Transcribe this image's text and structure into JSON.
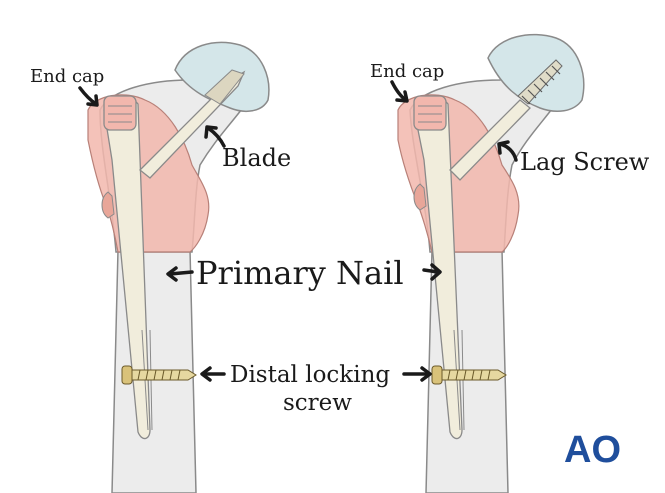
{
  "labels": {
    "end_cap_left": "End cap",
    "end_cap_right": "End cap",
    "blade": "Blade",
    "lag_screw": "Lag Screw",
    "primary_nail": "Primary Nail",
    "distal_locking_line1": "Distal locking",
    "distal_locking_line2": "screw"
  },
  "logo": {
    "text": "AO",
    "color": "#1f4e9c"
  },
  "colors": {
    "bone": "#ececec",
    "bone_outline": "#8a8a8a",
    "femoral_head": "#d4e6e9",
    "trochanter_region": "#f2b7ad",
    "nail": "#f1eddc",
    "screw_gold": "#d9c27a",
    "arrow": "#1a1a1a"
  }
}
